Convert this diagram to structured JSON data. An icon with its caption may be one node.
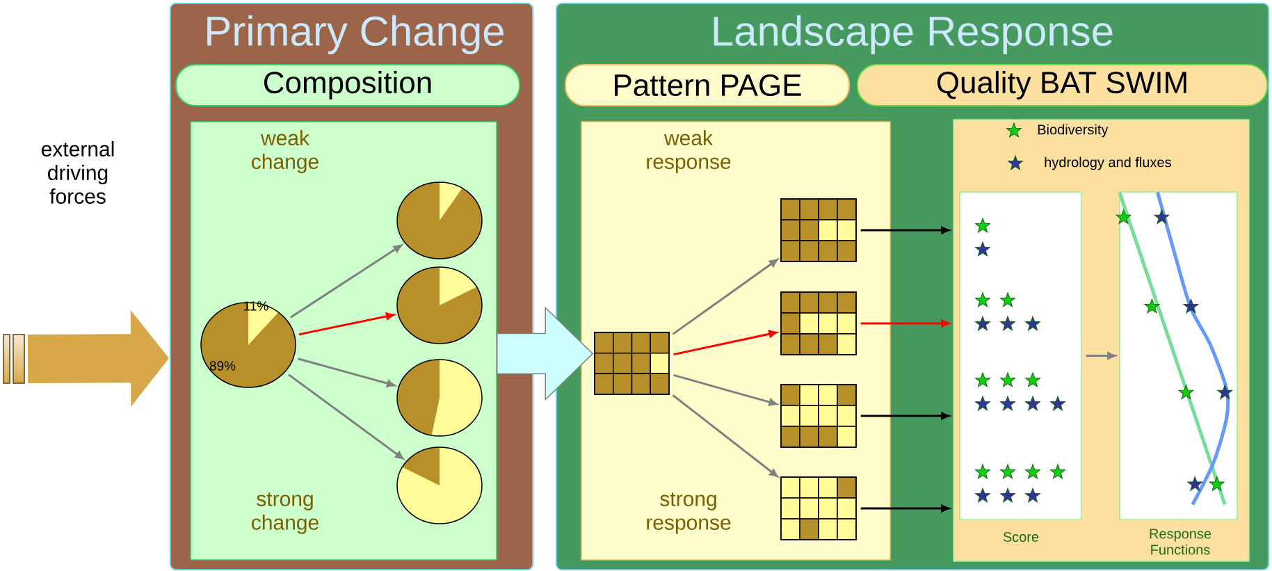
{
  "diagram": {
    "nodes": [
      {
        "text": [
          "Primary Change"
        ]
      },
      {
        "text": [
          "Composition"
        ],
        "in": 0
      },
      {
        "text": [
          "weak change",
          "strong change"
        ],
        "in": 0
      },
      {
        "text": [
          "11%",
          "89%"
        ],
        "in": 2
      },
      {
        "text": [],
        "shape": "circle",
        "in": 2
      },
      {
        "text": [],
        "shape": "circle",
        "in": 2
      },
      {
        "text": [],
        "shape": "circle",
        "in": 2
      },
      {
        "text": [],
        "shape": "circle",
        "in": 2
      },
      {
        "text": [
          "Landscape Response"
        ]
      },
      {
        "text": [
          "Pattern PAGE"
        ],
        "in": 8
      },
      {
        "text": [
          "Quality BAT SWIM"
        ],
        "in": 8
      },
      {
        "text": [
          "weak response",
          "strong response"
        ],
        "in": 8
      },
      {
        "text": [],
        "shape": "grid",
        "in": 11
      },
      {
        "text": [],
        "shape": "grid",
        "in": 11
      },
      {
        "text": [],
        "shape": "grid",
        "in": 11
      },
      {
        "text": [],
        "shape": "grid",
        "in": 11
      },
      {
        "text": [],
        "shape": "grid",
        "in": 11
      },
      {
        "text": [],
        "shape": "box",
        "in": 8
      },
      {
        "text": [
          "Score"
        ],
        "in": 17
      },
      {
        "text": [
          "Response Functions"
        ],
        "in": 17
      }
    ],
    "edges": [
      {
        "from": null,
        "to": 0,
        "arrow": "to",
        "style": "thick",
        "color": "#d8a848"
      },
      {
        "from": 3,
        "to": 4,
        "arrow": "to"
      },
      {
        "from": 3,
        "to": 5,
        "arrow": "to",
        "color": "#ff0000"
      },
      {
        "from": 3,
        "to": 6,
        "arrow": "to"
      },
      {
        "from": 3,
        "to": 7,
        "arrow": "to"
      },
      {
        "from": 2,
        "to": 12,
        "arrow": "to",
        "style": "thick",
        "color": "#ccffff"
      },
      {
        "from": 12,
        "to": 13,
        "arrow": "to"
      },
      {
        "from": 12,
        "to": 14,
        "arrow": "to",
        "color": "#ff0000"
      },
      {
        "from": 12,
        "to": 15,
        "arrow": "to"
      },
      {
        "from": 12,
        "to": 16,
        "arrow": "to"
      },
      {
        "from": 13,
        "to": 17,
        "arrow": "to",
        "color": "#000000"
      },
      {
        "from": 14,
        "to": 17,
        "arrow": "to",
        "color": "#ff0000"
      },
      {
        "from": 15,
        "to": 17,
        "arrow": "to",
        "color": "#000000"
      },
      {
        "from": 16,
        "to": 17,
        "arrow": "to",
        "color": "#000000"
      },
      {
        "from": 18,
        "to": 19,
        "arrow": "to"
      }
    ],
    "labels": [
      "external driving forces"
    ],
    "legend": [
      {
        "text": "Biodiversity"
      },
      {
        "text": "hydrology and fluxes"
      }
    ]
  }
}
